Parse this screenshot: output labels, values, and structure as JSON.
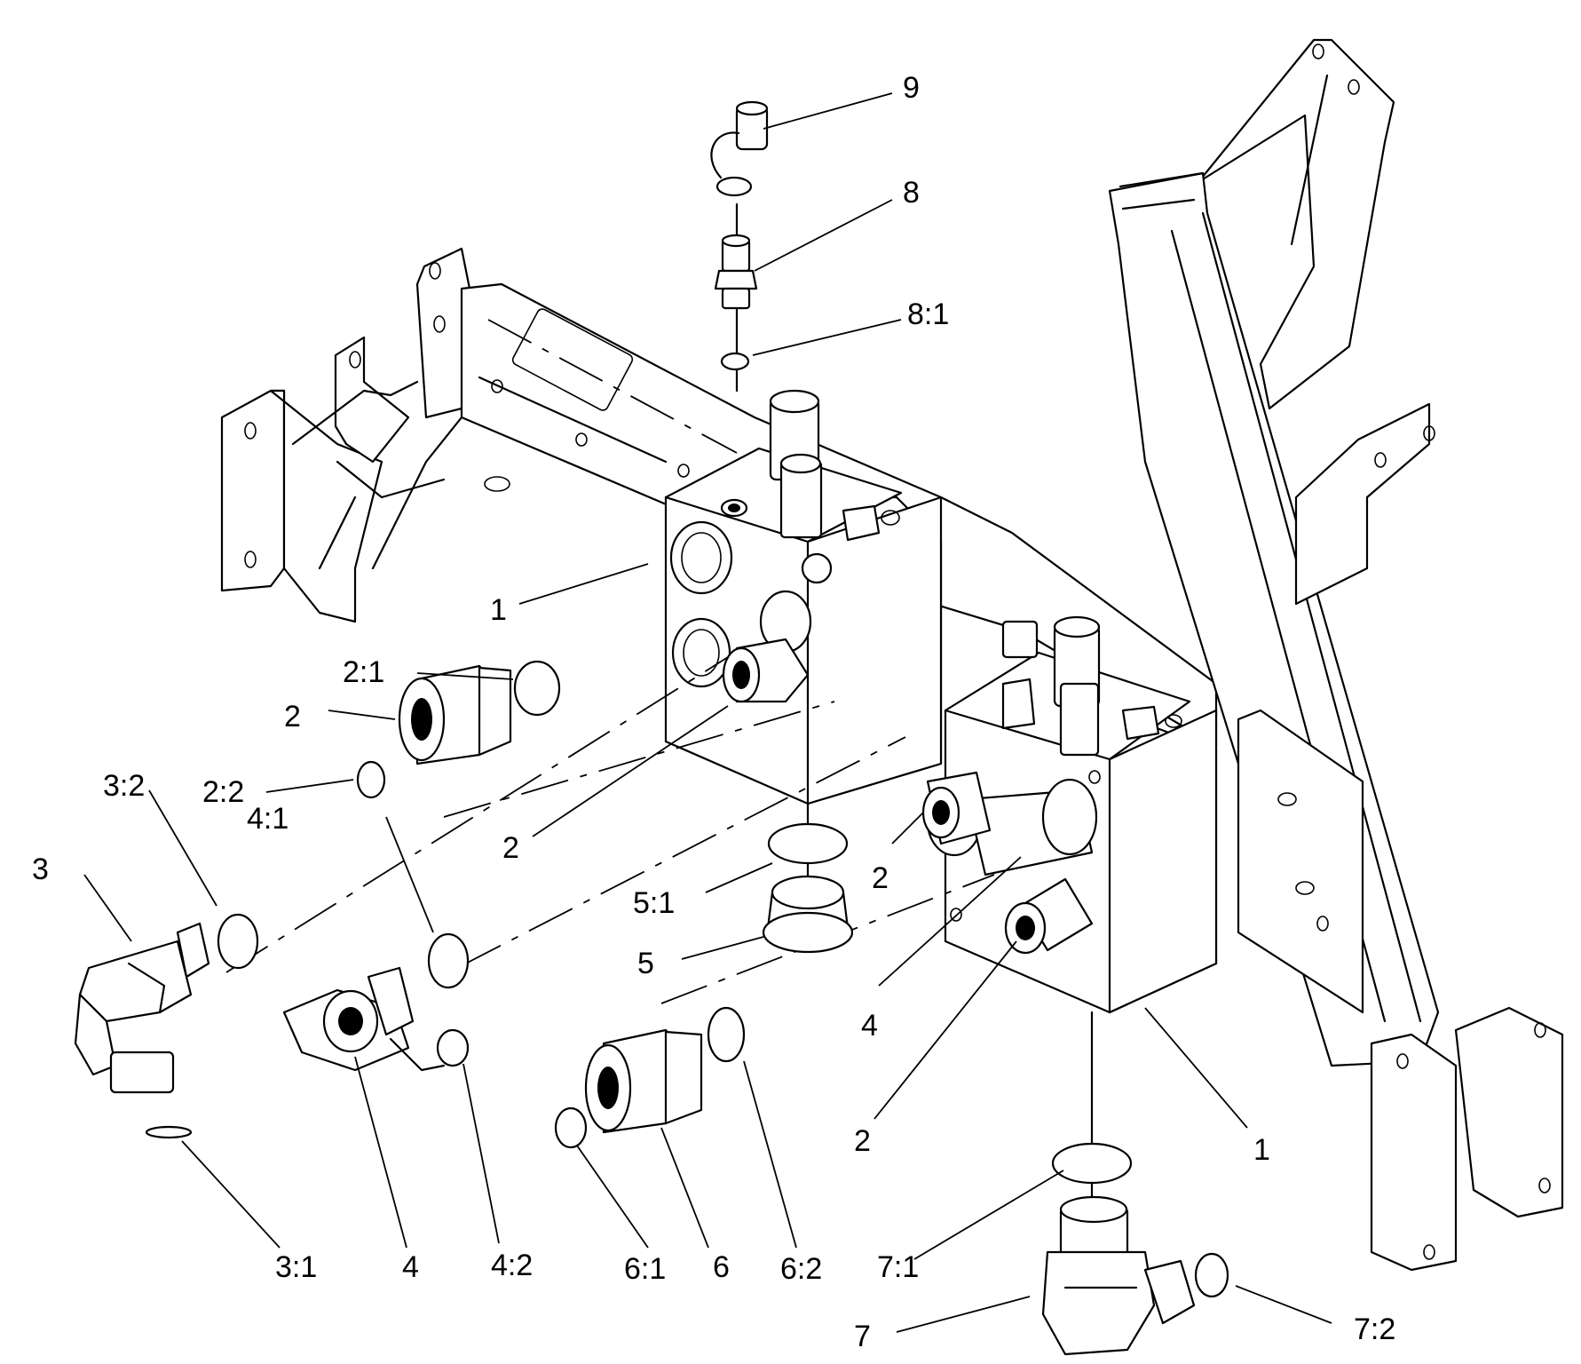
{
  "labels": {
    "l9": "9",
    "l8": "8",
    "l8_1": "8:1",
    "l1a": "1",
    "l2_1": "2:1",
    "l2a": "2",
    "l2_2": "2:2",
    "l3_2": "3:2",
    "l4_1": "4:1",
    "l3": "3",
    "l2b": "2",
    "l5_1": "5:1",
    "l2c": "2",
    "l5": "5",
    "l4a": "4",
    "l3_1": "3:1",
    "l4b": "4",
    "l4_2": "4:2",
    "l6_1": "6:1",
    "l6": "6",
    "l6_2": "6:2",
    "l2d": "2",
    "l1b": "1",
    "l7_1": "7:1",
    "l7": "7",
    "l7_2": "7:2"
  }
}
